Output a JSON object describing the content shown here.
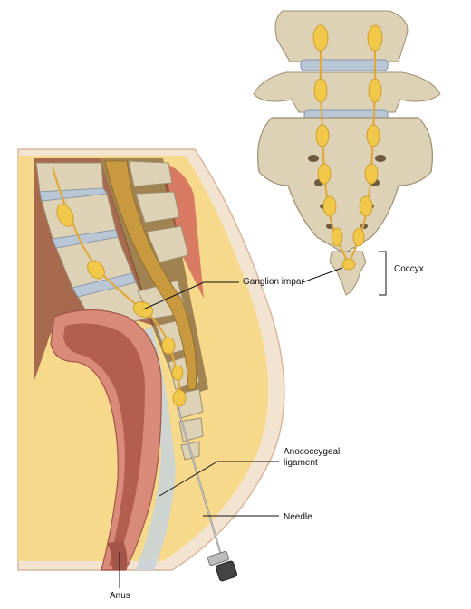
{
  "labels": {
    "ganglion_impar": "Ganglion impar",
    "coccyx": "Coccyx",
    "anococcygeal_line1": "Anococcygeal",
    "anococcygeal_line2": "ligament",
    "needle": "Needle",
    "anus": "Anus"
  },
  "colors": {
    "fat": "#f6d98a",
    "skin": "#f3e4d2",
    "bone": "#ddd2b6",
    "bone_shadow": "#b5a788",
    "disc": "#b9c6d6",
    "ganglion": "#f2c84b",
    "nerve": "#e0a93a",
    "rectum_outer": "#d98a78",
    "rectum_inner": "#b45e4e",
    "muscle": "#d5705d",
    "needle": "#8e8e8e"
  }
}
